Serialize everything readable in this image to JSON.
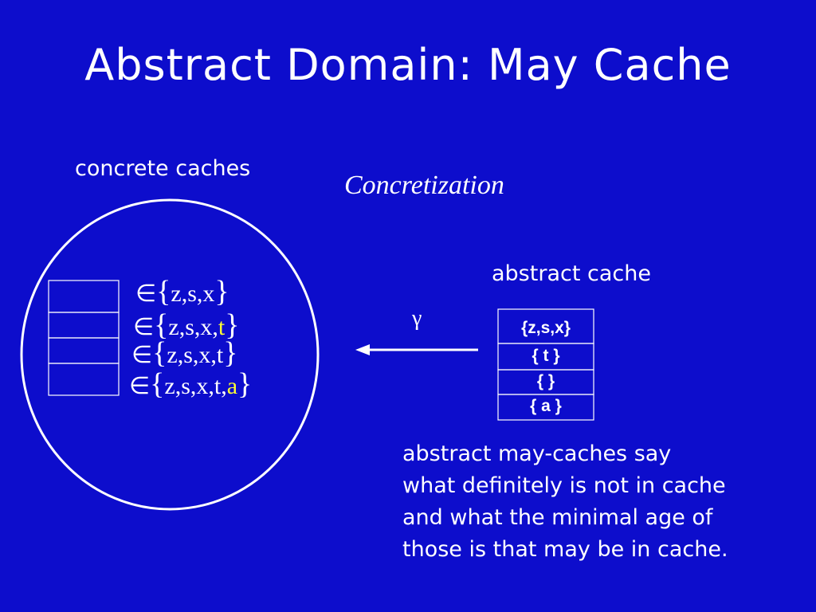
{
  "title": "Abstract Domain: May Cache",
  "labels": {
    "concrete_caches": "concrete caches",
    "concretization": "Concretization",
    "abstract_cache": "abstract cache",
    "gamma": "γ"
  },
  "concrete_rows": [
    {
      "prefix": "∈",
      "open": "{",
      "content": "z,s,x",
      "highlight": "",
      "close": "}"
    },
    {
      "prefix": "∈",
      "open": "{",
      "content": "z,s,x,",
      "highlight": "t",
      "close": "}"
    },
    {
      "prefix": "∈",
      "open": "{",
      "content": "z,s,x,t",
      "highlight": "",
      "close": "}"
    },
    {
      "prefix": "∈",
      "open": "{",
      "content": "z,s,x,t,",
      "highlight": "a",
      "close": "}"
    }
  ],
  "abstract_rows": [
    "{z,s,x}",
    "{ t }",
    "{ }",
    "{ a }"
  ],
  "explanation": [
    "abstract may-caches say",
    "what definitely is not in cache",
    "and what the minimal age of",
    "those is that may be in cache."
  ],
  "colors": {
    "background": "#0d0dcc",
    "foreground": "#ffffff",
    "highlight": "#ffff33"
  }
}
